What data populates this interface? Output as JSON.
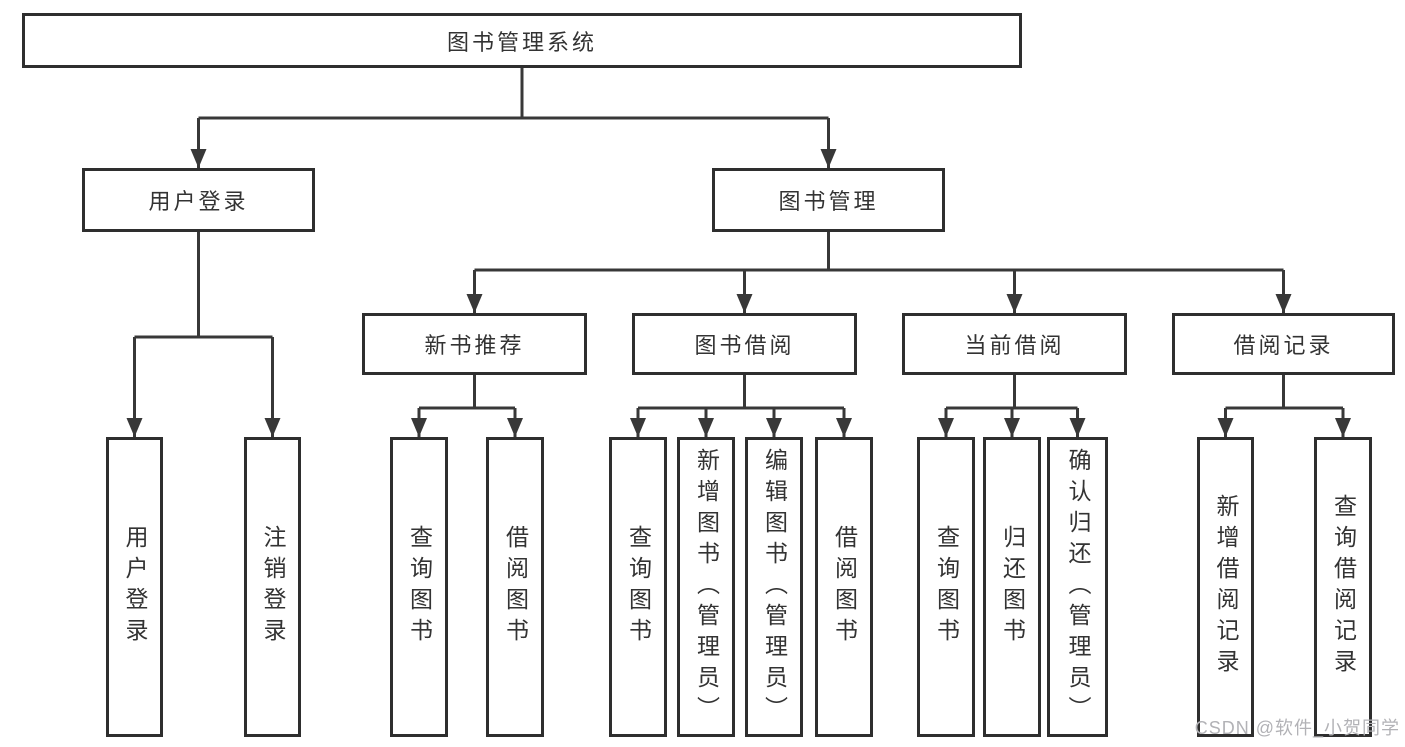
{
  "nodes": {
    "root": "图书管理系统",
    "level1": [
      "用户登录",
      "图书管理"
    ],
    "level2": [
      "新书推荐",
      "图书借阅",
      "当前借阅",
      "借阅记录"
    ],
    "leaves": {
      "user_login": [
        "用户登录",
        "注销登录"
      ],
      "new_book_recommend": [
        "查询图书",
        "借阅图书"
      ],
      "book_borrow": [
        "查询图书",
        "新增图书（管理员）",
        "编辑图书（管理员）",
        "借阅图书"
      ],
      "current_borrow": [
        "查询图书",
        "归还图书",
        "确认归还（管理员）"
      ],
      "borrow_records": [
        "新增借阅记录",
        "查询借阅记录"
      ]
    }
  },
  "watermark": "CSDN @软件_小贺同学",
  "colors": {
    "line": "#383838",
    "box_border": "#2e2e2e",
    "text": "#333333",
    "watermark": "#b2b2b6",
    "background": "#ffffff"
  }
}
